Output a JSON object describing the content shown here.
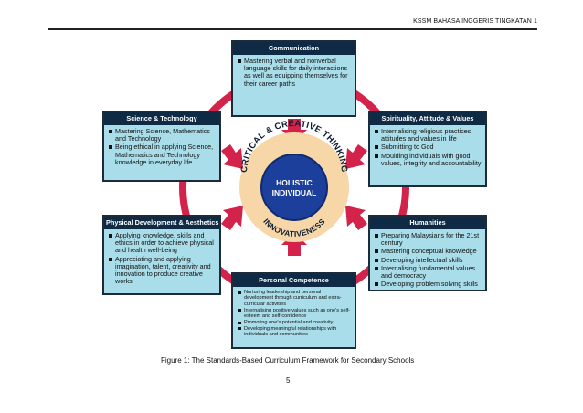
{
  "header": {
    "text": "KSSM BAHASA INGGERIS TINGKATAN 1"
  },
  "center": {
    "core_line1": "HOLISTIC",
    "core_line2": "INDIVIDUAL",
    "ring_top": "CRITICAL & CREATIVE THINKING",
    "ring_bottom": "INNOVATIVENESS"
  },
  "boxes": {
    "communication": {
      "title": "Communication",
      "items": [
        "Mastering verbal and nonverbal language skills for daily interactions as well as equipping themselves for their career paths"
      ]
    },
    "science": {
      "title": "Science & Technology",
      "items": [
        "Mastering Science, Mathematics and Technology",
        "Being ethical in applying Science, Mathematics and Technology knowledge in everyday life"
      ]
    },
    "spirituality": {
      "title": "Spirituality, Attitude & Values",
      "items": [
        "Internalising religious practices, attitudes and values in life",
        "Submitting to God",
        "Moulding individuals with good values, integrity and accountability"
      ]
    },
    "physical": {
      "title": "Physical Development & Aesthetics",
      "items": [
        "Applying knowledge, skills and ethics in order to achieve physical and health well-being",
        "Appreciating and applying imagination, talent, creativity and innovation to produce creative works"
      ]
    },
    "humanities": {
      "title": "Humanities",
      "items": [
        "Preparing Malaysians for the 21st century",
        "Mastering conceptual knowledge",
        "Developing intellectual skills",
        "Internalising fundamental values and democracy",
        "Developing problem solving skills"
      ]
    },
    "personal": {
      "title": "Personal Competence",
      "items": [
        "Nurturing leadership and personal development through curriculum and extra-curricular activities",
        "Internalising positive values such as one's self-esteem and self-confidence",
        "Promoting one's potential and creativity",
        "Developing meaningful relationships with individuals and communities"
      ]
    }
  },
  "caption": "Figure 1: The Standards-Based Curriculum Framework for Secondary Schools",
  "page_number": "5",
  "colors": {
    "arrow": "#d4234a",
    "box_fill": "#a9dde9",
    "title_fill": "#0e2a45",
    "ring_fill": "#f7d6a8",
    "core_fill": "#1b3f9a"
  }
}
